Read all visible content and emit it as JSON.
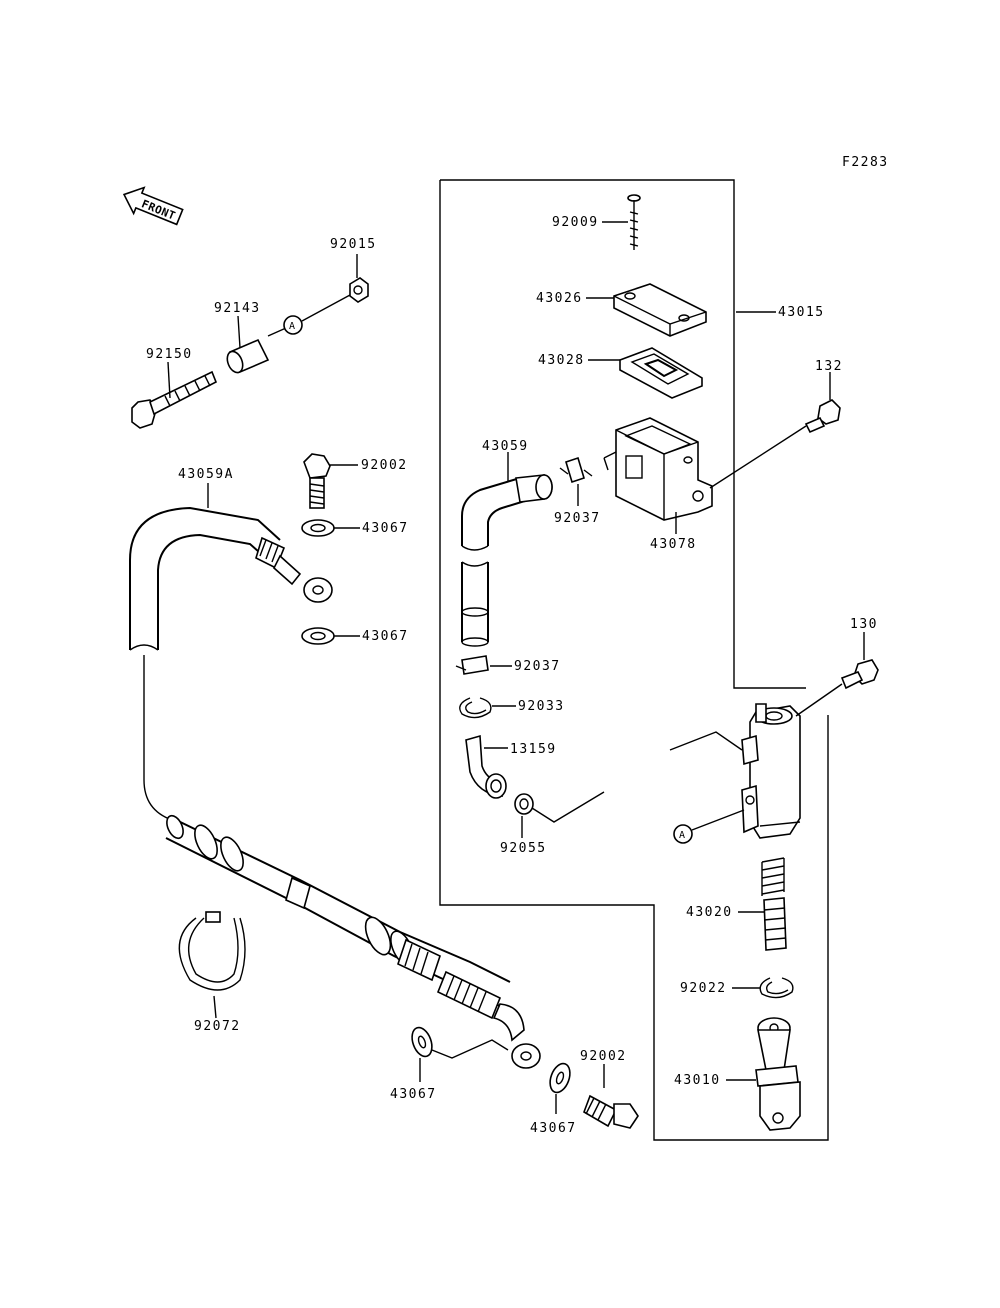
{
  "figure_code": "F2283",
  "front_label": "FRONT",
  "ref_marker": "A",
  "parts": {
    "p92015": "92015",
    "p92143": "92143",
    "p92150": "92150",
    "p43059A": "43059A",
    "p92002_top": "92002",
    "p43067_a": "43067",
    "p43067_b": "43067",
    "p92072": "92072",
    "p43067_c": "43067",
    "p43067_d": "43067",
    "p92002_bot": "92002",
    "p92009": "92009",
    "p43026": "43026",
    "p43028": "43028",
    "p43015": "43015",
    "p132": "132",
    "p43059": "43059",
    "p92037_a": "92037",
    "p43078": "43078",
    "p92037_b": "92037",
    "p92033": "92033",
    "p13159": "13159",
    "p92055": "92055",
    "p130": "130",
    "p43020": "43020",
    "p92022": "92022",
    "p43010": "43010"
  }
}
